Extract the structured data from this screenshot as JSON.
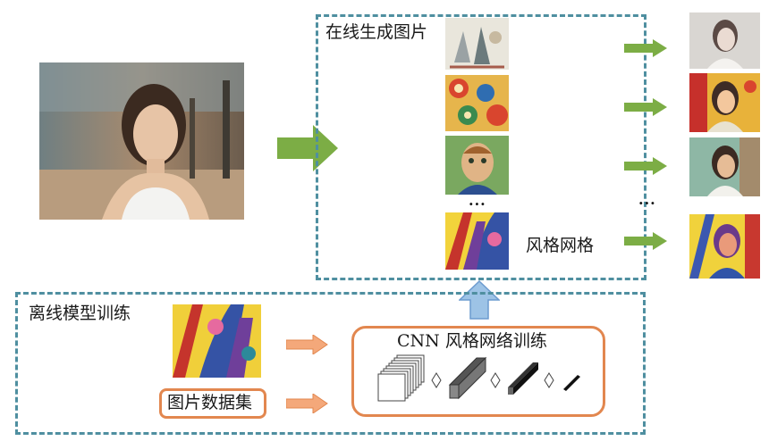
{
  "online": {
    "title": "在线生成图片",
    "style_label": "风格网格",
    "ellipsis": "..."
  },
  "offline": {
    "title": "离线模型训练",
    "dataset_label": "图片数据集",
    "cnn_label": "CNN 风格网络训练"
  },
  "outputs_ellipsis": "...",
  "colors": {
    "dashed_border": "#4f8fa0",
    "green_arrow": "#7cad45",
    "orange_box": "#e2874f",
    "orange_arrow": "#f4a87a",
    "blue_arrow": "#9dc3e6"
  }
}
